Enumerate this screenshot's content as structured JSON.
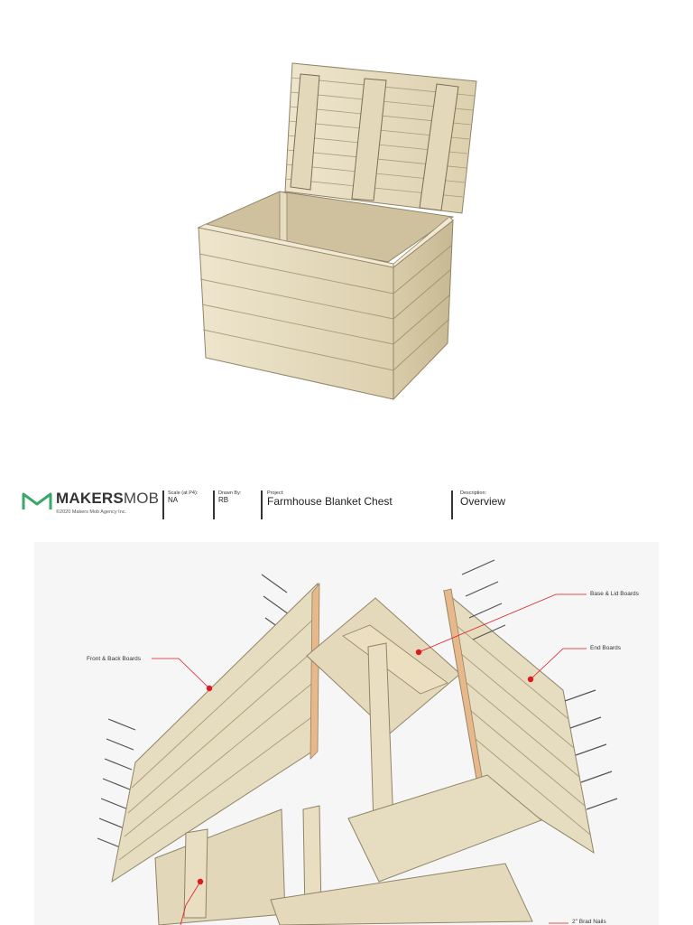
{
  "brand": {
    "name_bold": "MAKERS",
    "name_light": "MOB",
    "copyright": "©2020 Makers Mob Agency Inc."
  },
  "title_block": {
    "scale_label": "Scale (at P4):",
    "scale_value": "NA",
    "drawn_by_label": "Drawn By:",
    "drawn_by_value": "RB",
    "project_label": "Project:",
    "project_value": "Farmhouse Blanket Chest",
    "description_label": "Description:",
    "description_value": "Overview"
  },
  "callouts": {
    "front_back": "Front & Back Boards",
    "base_lid": "Base & Lid Boards",
    "end": "End Boards",
    "brad_nails": "2\" Brad Nails"
  },
  "colors": {
    "wood_light": "#e9dfc4",
    "wood_mid": "#d8cba8",
    "wood_dark": "#b9ab88",
    "callout_red": "#e0191f",
    "logo_green": "#3aa76d"
  }
}
